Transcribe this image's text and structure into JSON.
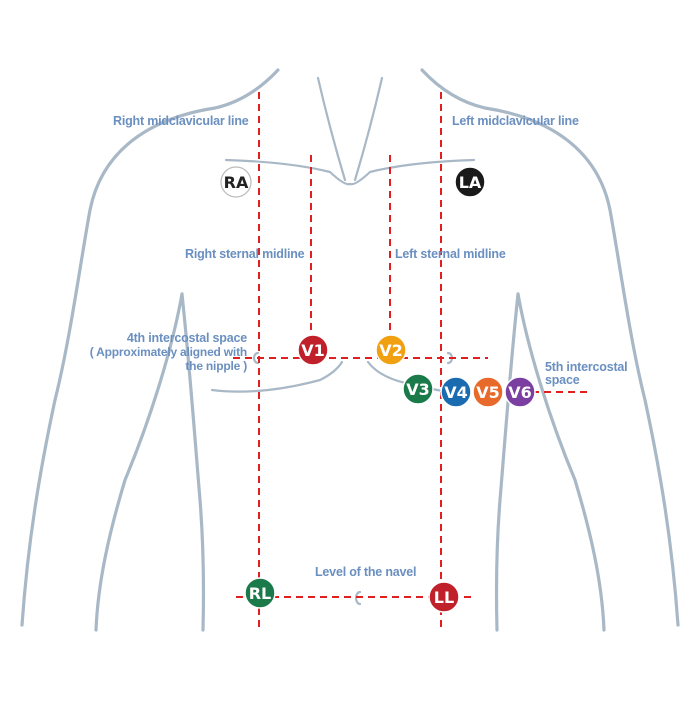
{
  "labels": {
    "right_midclavicular": "Right midclavicular line",
    "left_midclavicular": "Left midclavicular line",
    "right_sternal": "Right sternal midline",
    "left_sternal": "Left sternal midline",
    "fourth_ics_1": "4th intercostal space",
    "fourth_ics_2": "( Approximately aligned with",
    "fourth_ics_3": "the nipple )",
    "fifth_ics_1": "5th intercostal",
    "fifth_ics_2": "space",
    "navel": "Level of the navel"
  },
  "electrodes": [
    {
      "id": "ra",
      "label": "RA",
      "color": "#ffffff",
      "text_color": "#222222"
    },
    {
      "id": "la",
      "label": "LA",
      "color": "#1a1a1a",
      "text_color": "#ffffff"
    },
    {
      "id": "v1",
      "label": "V1",
      "color": "#c0202a",
      "text_color": "#ffffff"
    },
    {
      "id": "v2",
      "label": "V2",
      "color": "#f0a010",
      "text_color": "#ffffff"
    },
    {
      "id": "v3",
      "label": "V3",
      "color": "#1b7a4a",
      "text_color": "#ffffff"
    },
    {
      "id": "v4",
      "label": "V4",
      "color": "#1b6bb0",
      "text_color": "#ffffff"
    },
    {
      "id": "v5",
      "label": "V5",
      "color": "#e86a2a",
      "text_color": "#ffffff"
    },
    {
      "id": "v6",
      "label": "V6",
      "color": "#7a3fa0",
      "text_color": "#ffffff"
    },
    {
      "id": "rl",
      "label": "RL",
      "color": "#1b7a4a",
      "text_color": "#ffffff"
    },
    {
      "id": "ll",
      "label": "LL",
      "color": "#c0202a",
      "text_color": "#ffffff"
    }
  ],
  "colors": {
    "body_outline": "#a9b8c6",
    "guide_line": "#e02020",
    "label_text": "#6a8fc0"
  }
}
